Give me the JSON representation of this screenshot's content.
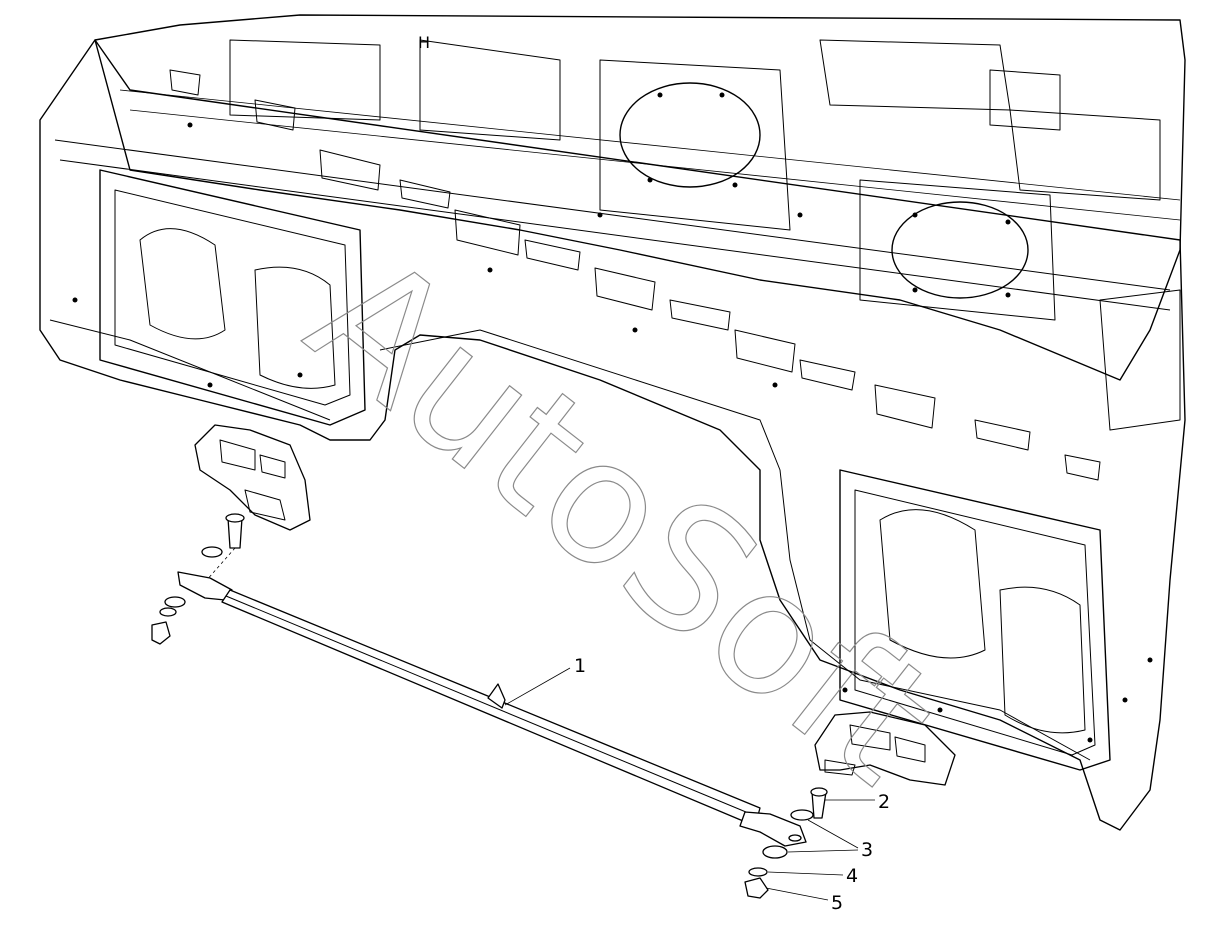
{
  "watermark": {
    "corner_text": "",
    "large_text": "AutoSoft"
  },
  "callouts": [
    {
      "id": "1",
      "label": "1"
    },
    {
      "id": "2",
      "label": "2"
    },
    {
      "id": "3",
      "label": "3"
    },
    {
      "id": "4",
      "label": "4"
    },
    {
      "id": "5",
      "label": "5"
    }
  ],
  "header_mark": "H"
}
